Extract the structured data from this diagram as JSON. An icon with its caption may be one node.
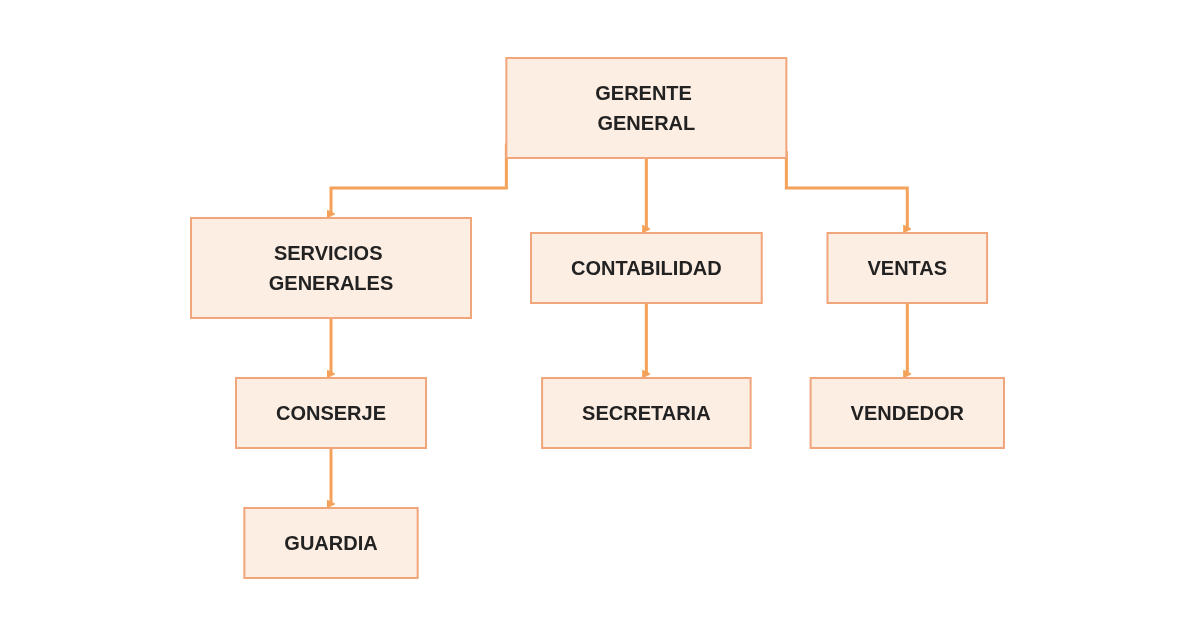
{
  "diagram": {
    "nodes": [
      {
        "text": [
          "GERENTE GENERAL"
        ]
      },
      {
        "text": [
          "SERVICIOS GENERALES"
        ]
      },
      {
        "text": [
          "CONTABILIDAD"
        ]
      },
      {
        "text": [
          "VENTAS"
        ]
      },
      {
        "text": [
          "CONSERJE"
        ]
      },
      {
        "text": [
          "GUARDIA"
        ]
      },
      {
        "text": [
          "SECRETARIA"
        ]
      },
      {
        "text": [
          "VENDEDOR"
        ]
      }
    ],
    "edges": [
      {
        "from": 0,
        "to": 1,
        "arrow": "to"
      },
      {
        "from": 0,
        "to": 2,
        "arrow": "to"
      },
      {
        "from": 0,
        "to": 3,
        "arrow": "to"
      },
      {
        "from": 1,
        "to": 4,
        "arrow": "to"
      },
      {
        "from": 4,
        "to": 5,
        "arrow": "to"
      },
      {
        "from": 2,
        "to": 6,
        "arrow": "to"
      },
      {
        "from": 3,
        "to": 7,
        "arrow": "to"
      }
    ]
  }
}
